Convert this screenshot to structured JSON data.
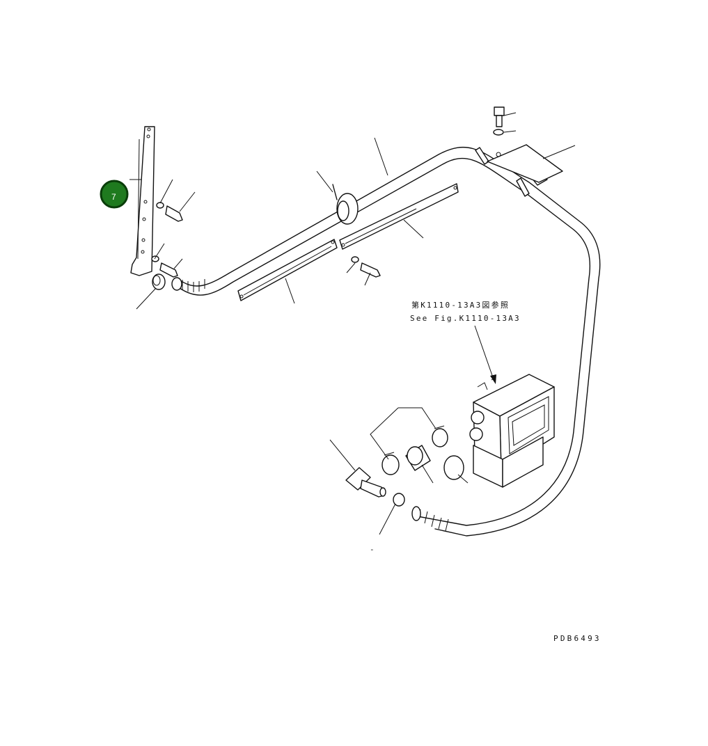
{
  "callouts": [
    {
      "number": "7",
      "color": "#1f7a1f"
    }
  ],
  "reference": {
    "line_jp": "第K1110-13A3図参照",
    "line_en": "See Fig.K1110-13A3"
  },
  "drawing_code": "PDB6493",
  "stray_mark": "-"
}
